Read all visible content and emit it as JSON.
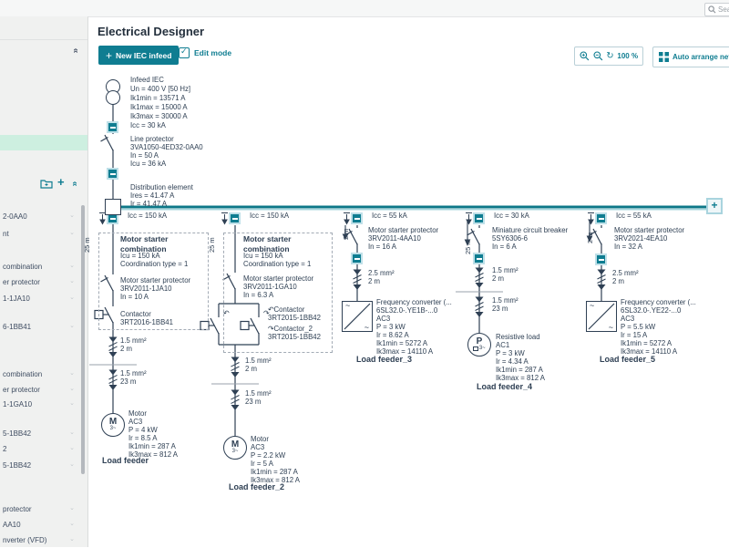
{
  "topbar": {
    "search_placeholder": "Search"
  },
  "sidebar": {
    "items": [
      "2-0AA0",
      "nt",
      "combination",
      "er protector",
      "1-1JA10",
      "6-1BB41",
      "combination",
      "er protector",
      "1-1GA10",
      "5-1BB42",
      "2",
      "5-1BB42",
      "protector",
      "AA10",
      "nverter (VFD)"
    ]
  },
  "header": {
    "title": "Electrical Designer"
  },
  "toolbar": {
    "new_infeed_label": "New IEC infeed",
    "plus_glyph": "+",
    "check_glyph": "✓",
    "edit_mode_label": "Edit mode",
    "reset_glyph": "↻",
    "zoom_level": "100 %",
    "auto_arrange_label": "Auto arrange netw",
    "collapse_glyph": "«"
  },
  "canvas": {
    "add_node_label": "+",
    "infeed": {
      "title": "Infeed IEC",
      "l1": "Un = 400 V [50 Hz]",
      "l2": "Ik1min = 13571 A",
      "l3": "Ik1max = 15000 A",
      "l4": "Ik3max = 30000 A",
      "l5": "Icc = 30 kA"
    },
    "line_protector": {
      "title": "Line protector",
      "l1": "3VA1050-4ED32-0AA0",
      "l2": "In = 50 A",
      "l3": "Icu = 36 kA"
    },
    "distribution": {
      "title": "Distribution element",
      "l1": "Ires = 41.47 A",
      "l2": "Ir = 41.47 A"
    },
    "feeders": [
      {
        "icc": "Icc = 150 kA",
        "len": "25 m",
        "combo_title": "Motor starter combination",
        "combo_l1": "Icu = 150 kA",
        "combo_l2": "Coordination type = 1",
        "prot_title": "Motor starter protector",
        "prot_l1": "3RV2011-1JA10",
        "prot_l2": "In = 10 A",
        "cont_title": "Contactor",
        "cont_l1": "3RT2016-1BB41",
        "cbl1_a": "1.5 mm²",
        "cbl1_b": "2 m",
        "cbl2_a": "1.5 mm²",
        "cbl2_b": "23 m",
        "sym": "M",
        "sym2": "3~",
        "load_title": "Motor",
        "load_l1": "AC3",
        "load_l2": "P = 4 kW",
        "load_l3": "Ir = 8.5 A",
        "load_l4": "Ik1min = 287 A",
        "load_l5": "Ik3max = 812 A",
        "label": "Load feeder"
      },
      {
        "icc": "Icc = 150 kA",
        "len": "25 m",
        "combo_title": "Motor starter combination",
        "combo_l1": "Icu = 150 kA",
        "combo_l2": "Coordination type = 1",
        "prot_title": "Motor starter protector",
        "prot_l1": "3RV2011-1GA10",
        "prot_l2": "In = 6.3 A",
        "cont1_icon": "↶",
        "cont1_title": "Contactor",
        "cont1_l1": "3RT2015-1BB42",
        "cont2_icon": "↷",
        "cont2_title": "Contactor_2",
        "cont2_l1": "3RT2015-1BB42",
        "cbl1_a": "1.5 mm²",
        "cbl1_b": "2 m",
        "cbl2_a": "1.5 mm²",
        "cbl2_b": "23 m",
        "sym": "M",
        "sym2": "3~",
        "load_title": "Motor",
        "load_l1": "AC3",
        "load_l2": "P = 2.2 kW",
        "load_l3": "Ir = 5 A",
        "load_l4": "Ik1min = 287 A",
        "load_l5": "Ik3max = 812 A",
        "label": "Load feeder_2"
      },
      {
        "icc": "Icc = 55 kA",
        "len": "2 m",
        "prot_title": "Motor starter protector",
        "prot_l1": "3RV2011-4AA10",
        "prot_l2": "In = 16 A",
        "cbl1_a": "2.5 mm²",
        "cbl1_b": "2 m",
        "conv_sym": "~",
        "conv_title": "Frequency converter (...",
        "conv_l1": "6SL32.0-.YE1B-...0",
        "conv_l2": "AC3",
        "conv_l3": "P = 3 kW",
        "conv_l4": "Ir = 8.62 A",
        "conv_l5": "Ik1min = 5272 A",
        "conv_l6": "Ik3max = 14110 A",
        "label": "Load feeder_3"
      },
      {
        "icc": "Icc = 30 kA",
        "len": "25 m",
        "prot_title": "Miniature circuit breaker",
        "prot_l1": "5SY6306-6",
        "prot_l2": "In = 6 A",
        "cbl1_a": "1.5 mm²",
        "cbl1_b": "2 m",
        "cbl2_a": "1.5 mm²",
        "cbl2_b": "23 m",
        "sym": "P",
        "sym2": "3~",
        "load_title": "Resistive load",
        "load_l1": "AC1",
        "load_l2": "P = 3 kW",
        "load_l3": "Ir = 4.34 A",
        "load_l4": "Ik1min = 287 A",
        "load_l5": "Ik3max = 812 A",
        "label": "Load feeder_4"
      },
      {
        "icc": "Icc = 55 kA",
        "len": "2 m",
        "prot_title": "Motor starter protector",
        "prot_l1": "3RV2021-4EA10",
        "prot_l2": "In = 32 A",
        "cbl1_a": "2.5 mm²",
        "cbl1_b": "2 m",
        "conv_sym": "~",
        "conv_title": "Frequency converter (...",
        "conv_l1": "6SL32.0-.YE22-...0",
        "conv_l2": "AC3",
        "conv_l3": "P = 5.5 kW",
        "conv_l4": "Ir = 15 A",
        "conv_l5": "Ik1min = 5272 A",
        "conv_l6": "Ik3max = 14110 A",
        "label": "Load feeder_5"
      }
    ]
  }
}
